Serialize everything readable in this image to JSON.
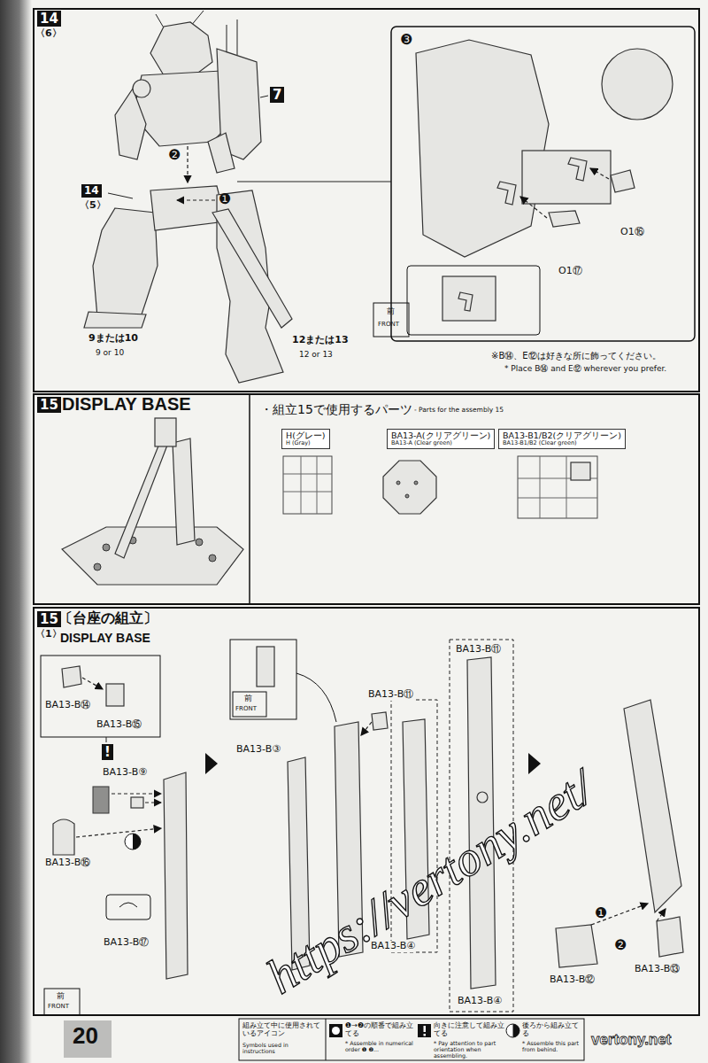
{
  "diagram": {
    "nodes": [
      {
        "text": [
          "H(グレー)",
          "H (Gray)"
        ]
      },
      {
        "text": [
          "BA13-A(クリアグリーン)",
          "BA13-A (Clear green)"
        ]
      },
      {
        "text": [
          "BA13-B1/B2(クリアグリーン)",
          "BA13-B1/B2 (Clear green)"
        ]
      }
    ],
    "labels": [
      "14",
      "〈6〉",
      "7",
      "❷",
      "14",
      "〈5〉",
      "❶",
      "9または10",
      "9 or 10",
      "12または13",
      "12 or 13",
      "❸",
      "O1⑯",
      "O1⑰",
      "前",
      "FRONT",
      "※B⑭、E⑫は好きな所に飾ってください。",
      "* Place B⑭ and E⑫ wherever you prefer.",
      "15",
      "DISPLAY BASE",
      "・組立15で使用するパーツ",
      "- Parts for the assembly 15",
      "15",
      "〔台座の組立〕",
      "〈1〉",
      "DISPLAY BASE",
      "BA13-B⑭",
      "BA13-B⑮",
      "!",
      "BA13-B⑨",
      "BA13-B⑯",
      "BA13-B⑰",
      "前",
      "FRONT",
      "前",
      "FRONT",
      "BA13-B③",
      "BA13-B⑪",
      "BA13-B⑪",
      "BA13-B④",
      "BA13-B④",
      "❶",
      "❷",
      "BA13-B⑬",
      "BA13-B⑫",
      "20",
      "組み立て中に使用されているアイコン",
      "Symbols used in instructions",
      "* Assemble in numerical order ❶ ❷...",
      "* Pay attention to part orientation when assembling.",
      "* Assemble this part from behind.",
      "https://vertony.net/",
      "vertony.net"
    ],
    "legend": [
      {
        "text": "❶→❷の順番で組み立てる"
      },
      {
        "text": "向きに注意して組み立てる"
      },
      {
        "text": "後ろから組み立てる"
      }
    ]
  }
}
